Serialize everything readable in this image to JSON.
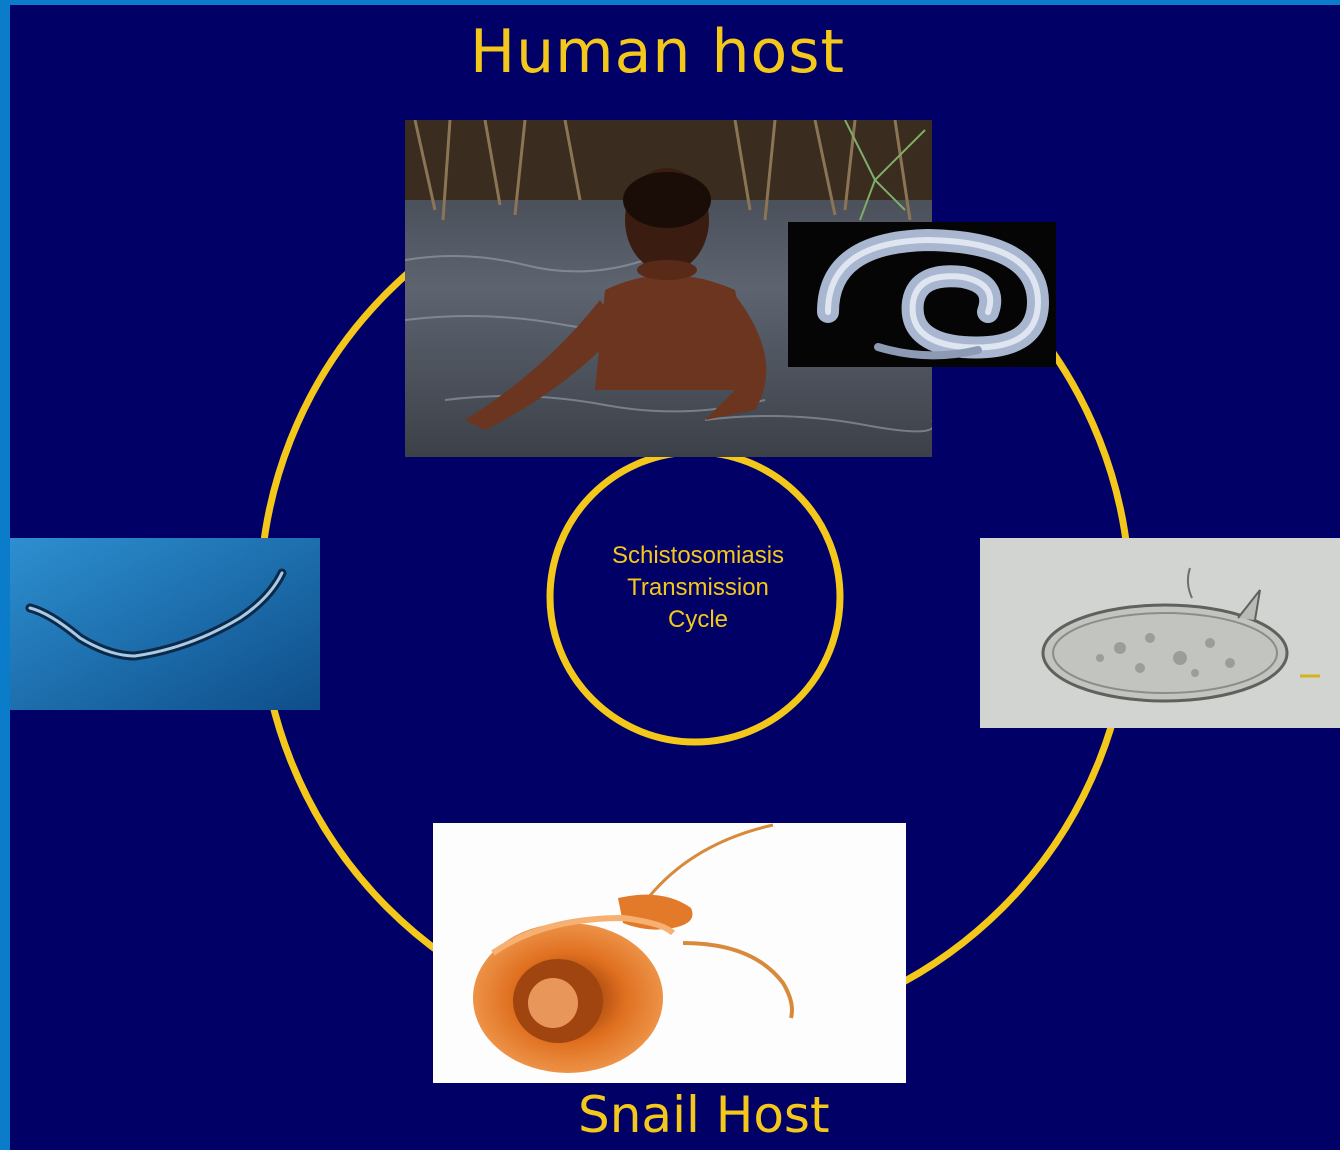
{
  "diagram": {
    "top_title": "Human host",
    "bottom_title": "Snail Host",
    "center_lines": [
      "Schistosomiasis",
      "Transmission",
      "Cycle"
    ]
  },
  "colors": {
    "background": "#000066",
    "frame": "#0a7cc9",
    "accent": "#f4c81a"
  },
  "images": [
    "child-in-water-photo",
    "adult-worm-pair-micrograph",
    "cercaria-micrograph",
    "egg-with-spine-micrograph",
    "snail-photo"
  ]
}
